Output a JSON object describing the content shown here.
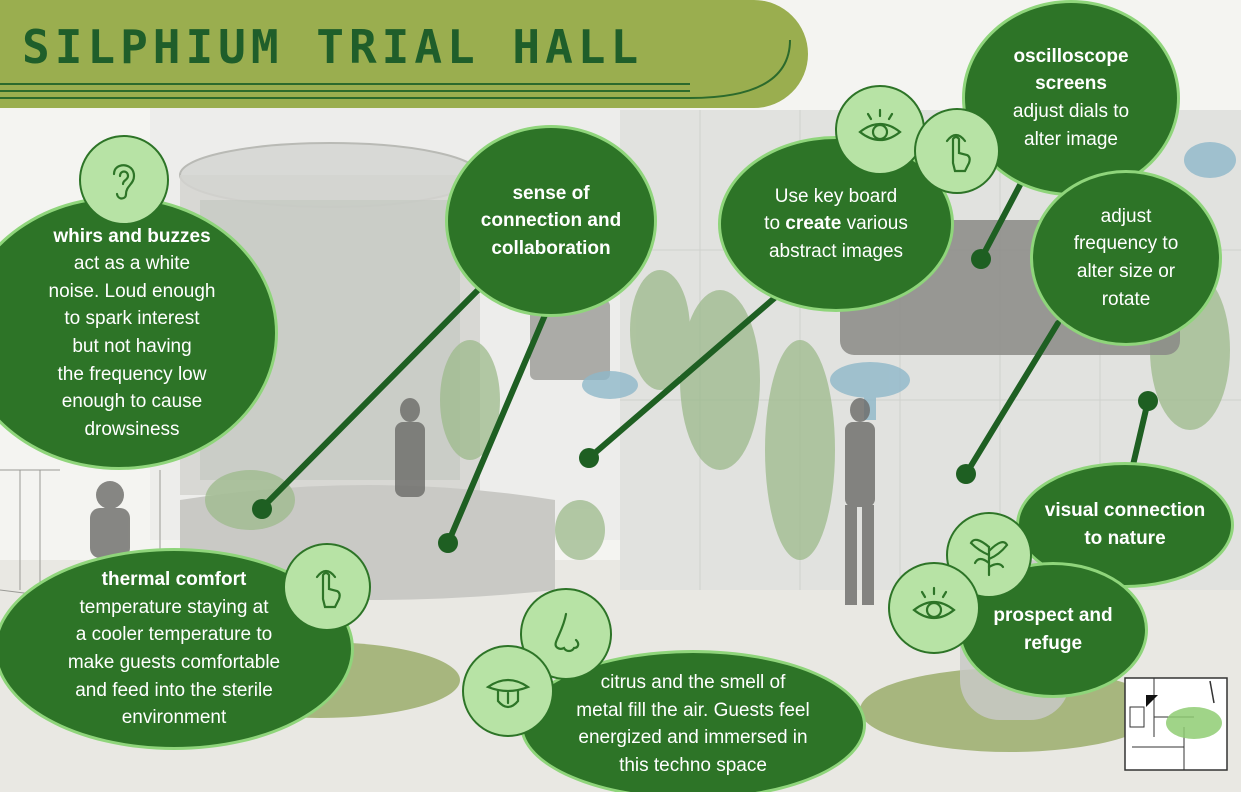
{
  "title": "SILPHIUM TRIAL HALL",
  "bubbles": {
    "whirs": {
      "heading": "whirs and buzzes",
      "lines": [
        "act as a white",
        "noise. Loud enough",
        "to spark interest",
        "but not having",
        "the frequency low",
        "enough to cause",
        "drowsiness"
      ]
    },
    "connection": {
      "lines": [
        "sense of",
        "connection and",
        "collaboration"
      ]
    },
    "keyboard": {
      "line1": "Use key board",
      "line2_pre": "to ",
      "line2_bold": "create",
      "line2_post": " various",
      "line3": "abstract images"
    },
    "oscilloscope": {
      "heading1": "oscilloscope",
      "heading2": "screens",
      "lines": [
        "adjust dials to",
        "alter image"
      ]
    },
    "frequency": {
      "lines": [
        "adjust",
        "frequency to",
        "alter size or",
        "rotate"
      ]
    },
    "visual": {
      "lines": [
        "visual connection",
        "to nature"
      ]
    },
    "prospect": {
      "lines": [
        "prospect and",
        "refuge"
      ]
    },
    "thermal": {
      "heading": "thermal comfort",
      "lines": [
        "temperature staying at",
        "a cooler temperature to",
        "make guests comfortable",
        "and feed into the sterile",
        "environment"
      ]
    },
    "citrus": {
      "lines": [
        "citrus and the smell of",
        "metal fill the air. Guests feel",
        "energized and immersed in",
        "this techno space"
      ]
    }
  },
  "icons": [
    "ear-icon",
    "eye-icon",
    "touch-hand-icon",
    "nose-icon",
    "tongue-icon",
    "leaf-icon"
  ],
  "colors": {
    "banner": "#9aae4f",
    "title": "#1f5e2a",
    "bubble": "#2d7427",
    "bubble_border": "#8fd57b",
    "icon_fill": "#b7e3a5",
    "connector": "#1e5f22"
  }
}
